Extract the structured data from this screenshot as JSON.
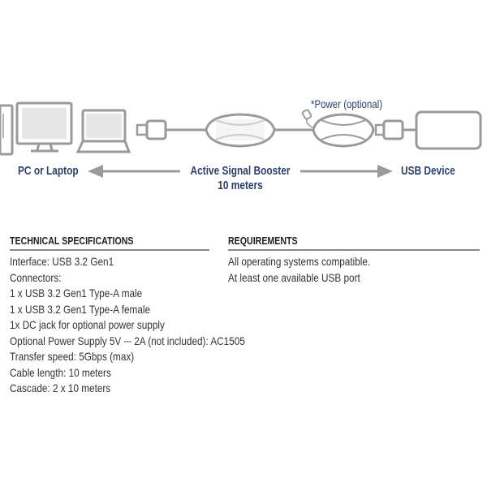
{
  "diagram": {
    "power_label": "*Power (optional)",
    "source_label": "PC or Laptop",
    "booster_label": "Active Signal Booster",
    "length_label": "10 meters",
    "device_label": "USB Device",
    "accent_color": "#2b3f6b",
    "line_color": "#999999"
  },
  "specs": {
    "heading": "TECHNICAL SPECIFICATIONS",
    "items": [
      "Interface: USB 3.2 Gen1",
      "Connectors:",
      "1 x USB 3.2 Gen1 Type-A male",
      "1 x USB 3.2 Gen1 Type-A female",
      "1x DC jack for optional power supply",
      "Optional Power Supply 5V ⎓ 2A (not included): AC1505",
      "Transfer speed: 5Gbps (max)",
      "Cable length: 10 meters",
      "Cascade: 2 x 10 meters"
    ]
  },
  "requirements": {
    "heading": "REQUIREMENTS",
    "items": [
      "All operating systems compatible.",
      "At least one available USB port"
    ]
  }
}
